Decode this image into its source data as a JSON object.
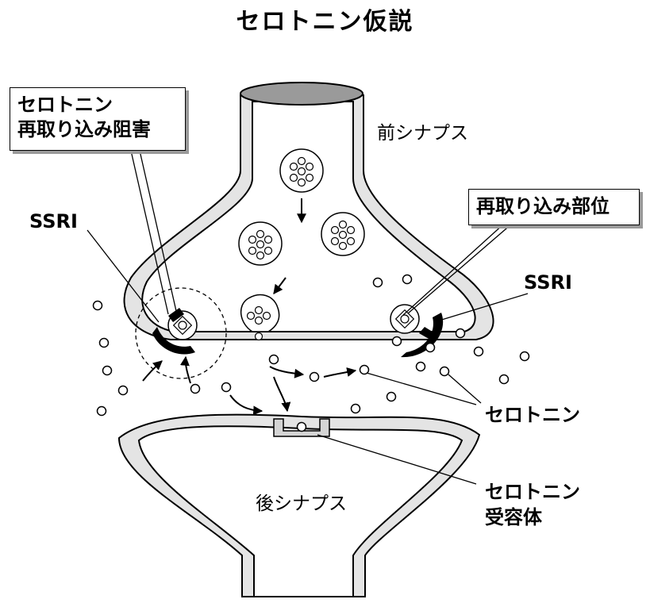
{
  "title": "セロトニン仮説",
  "labels": {
    "presynapse": "前シナプス",
    "postsynapse": "後シナプス",
    "reuptake_inhibition_line1": "セロトニン",
    "reuptake_inhibition_line2": "再取り込み阻害",
    "ssri_left": "SSRI",
    "reuptake_site": "再取り込み部位",
    "ssri_right": "SSRI",
    "serotonin": "セロトニン",
    "receptor_line1": "セロトニン",
    "receptor_line2": "受容体"
  }
}
